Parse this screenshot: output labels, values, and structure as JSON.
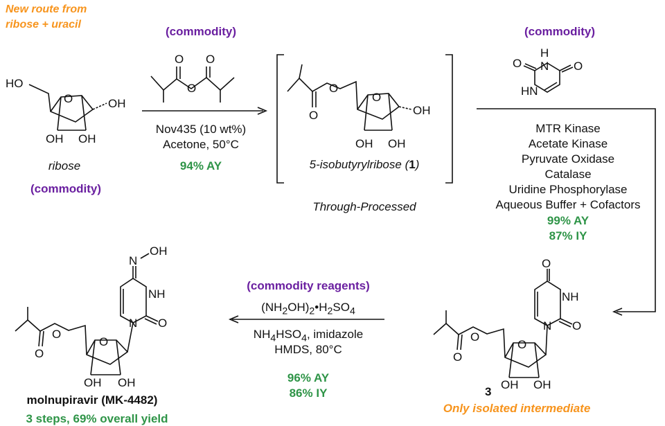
{
  "header": {
    "route_line1": "New route from",
    "route_line2": "ribose + uracil"
  },
  "step1": {
    "reagent_tag": "(commodity)",
    "conditions": [
      "Nov435 (10 wt%)",
      "Acetone, 50°C"
    ],
    "yield": "94% AY"
  },
  "ribose": {
    "name": "ribose",
    "tag": "(commodity)",
    "atoms": [
      "HO",
      "O",
      "OH",
      "OH",
      "OH"
    ]
  },
  "intermediate1": {
    "name": "5-isobutyrylribose (",
    "number": "1",
    "name_close": ")",
    "note": "Through-Processed",
    "atoms": [
      "O",
      "O",
      "O",
      "OH",
      "OH",
      "OH"
    ]
  },
  "step2": {
    "reagent_tag": "(commodity)",
    "uracil_atoms": [
      "H",
      "O",
      "N",
      "O",
      "HN"
    ],
    "conditions": [
      "MTR Kinase",
      "Acetate Kinase",
      "Pyruvate Oxidase",
      "Catalase",
      "Uridine Phosphorylase",
      "Aqueous Buffer + Cofactors"
    ],
    "yield_ay": "99% AY",
    "yield_iy": "87% IY"
  },
  "compound3": {
    "number": "3",
    "note": "Only isolated intermediate",
    "atoms": [
      "O",
      "NH",
      "N",
      "O",
      "O",
      "O",
      "O",
      "OH",
      "OH"
    ]
  },
  "step3": {
    "reagent_tag": "(commodity reagents)",
    "reagent1": {
      "a": "(NH",
      "s1": "2",
      "b": "OH)",
      "s2": "2",
      "c": "•H",
      "s3": "2",
      "d": "SO",
      "s4": "4"
    },
    "reagent2": {
      "a": "NH",
      "s1": "4",
      "b": "HSO",
      "s2": "4",
      "c": ", imidazole"
    },
    "reagent3": "HMDS, 80°C",
    "yield_ay": "96% AY",
    "yield_iy": "86% IY"
  },
  "product": {
    "name": "molnupiravir (MK-4482)",
    "summary": "3 steps, 69% overall yield",
    "atoms": [
      "N",
      "OH",
      "NH",
      "N",
      "O",
      "O",
      "O",
      "O",
      "OH",
      "OH"
    ]
  },
  "colors": {
    "highlight_orange": "#f7941d",
    "commodity_purple": "#6a1fa0",
    "yield_green": "#2e9447"
  }
}
